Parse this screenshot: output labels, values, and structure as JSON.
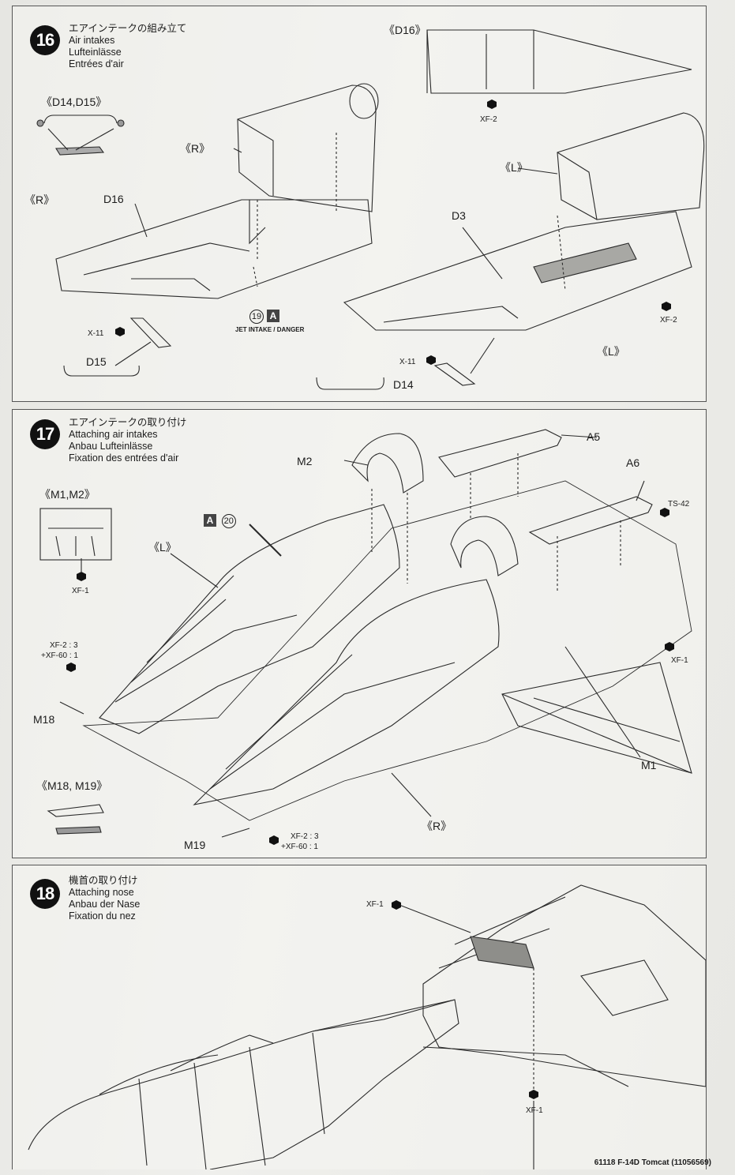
{
  "step16": {
    "number": "16",
    "title_ja": "エアインテークの組み立て",
    "title_en": "Air intakes",
    "title_de": "Lufteinlässe",
    "title_fr": "Entrées d'air",
    "labels": {
      "d14_d15": "《D14,D15》",
      "d16_top": "《D16》",
      "r_intake": "《R》",
      "r_side": "《R》",
      "l_intake": "《L》",
      "l_side": "《L》",
      "d16": "D16",
      "d3": "D3",
      "d15": "D15",
      "d14": "D14",
      "x11_a": "X-11",
      "x11_b": "X-11",
      "xf2_a": "XF-2",
      "xf2_b": "XF-2",
      "ref_num": "19",
      "ref_box": "A",
      "decal": "JET INTAKE / DANGER"
    }
  },
  "step17": {
    "number": "17",
    "title_ja": "エアインテークの取り付け",
    "title_en": "Attaching air intakes",
    "title_de": "Anbau Lufteinlässe",
    "title_fr": "Fixation des entrées d'air",
    "labels": {
      "m1_m2": "《M1,M2》",
      "m18_m19": "《M18, M19》",
      "l": "《L》",
      "r": "《R》",
      "m2": "M2",
      "m1": "M1",
      "m18": "M18",
      "m19": "M19",
      "a5": "A5",
      "a6": "A6",
      "ts42": "TS-42",
      "xf1_a": "XF-1",
      "xf1_b": "XF-1",
      "mix_a1": "XF-2 : 3",
      "mix_a2": "+XF-60 : 1",
      "mix_b1": "XF-2 : 3",
      "mix_b2": "+XF-60 : 1",
      "ref_box": "A",
      "ref_num": "20"
    }
  },
  "step18": {
    "number": "18",
    "title_ja": "機首の取り付け",
    "title_en": "Attaching nose",
    "title_de": "Anbau der Nase",
    "title_fr": "Fixation du nez",
    "labels": {
      "xf1_top": "XF-1",
      "xf1_bottom": "XF-1"
    }
  },
  "footer": "61118 F-14D Tomcat (11056569)",
  "colors": {
    "ink": "#1c1c1c",
    "paint_marker": "#111111",
    "grey_part": "#9a9a96"
  }
}
